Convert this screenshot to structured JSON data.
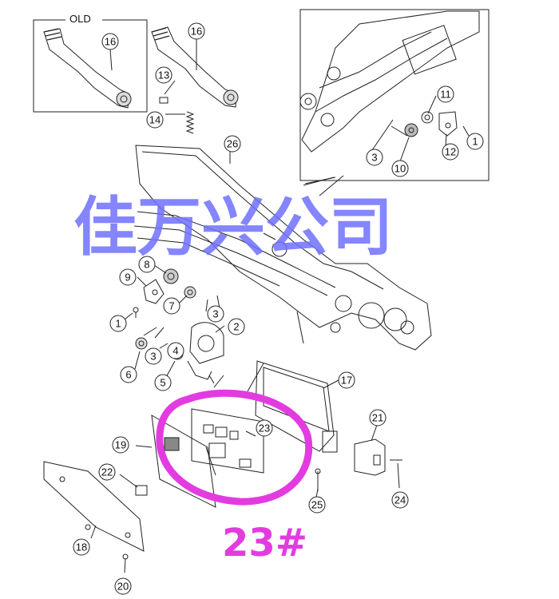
{
  "old_box": {
    "title": "OLD"
  },
  "watermark": {
    "text": "佳万兴公司",
    "color": "#6f70ff"
  },
  "highlight": {
    "text": "23#",
    "color": "#e23ce0"
  },
  "callouts": [
    {
      "id": "c16a",
      "text": "16"
    },
    {
      "id": "c16b",
      "text": "16"
    },
    {
      "id": "c13",
      "text": "13"
    },
    {
      "id": "c14",
      "text": "14"
    },
    {
      "id": "c26",
      "text": "26"
    },
    {
      "id": "c11",
      "text": "11"
    },
    {
      "id": "c1a",
      "text": "1"
    },
    {
      "id": "c12",
      "text": "12"
    },
    {
      "id": "c3a",
      "text": "3"
    },
    {
      "id": "c10",
      "text": "10"
    },
    {
      "id": "c8",
      "text": "8"
    },
    {
      "id": "c9",
      "text": "9"
    },
    {
      "id": "c7",
      "text": "7"
    },
    {
      "id": "c3b",
      "text": "3"
    },
    {
      "id": "c1b",
      "text": "1"
    },
    {
      "id": "c2",
      "text": "2"
    },
    {
      "id": "c6",
      "text": "6"
    },
    {
      "id": "c3c",
      "text": "3"
    },
    {
      "id": "c4",
      "text": "4"
    },
    {
      "id": "c5",
      "text": "5"
    },
    {
      "id": "c17",
      "text": "17"
    },
    {
      "id": "c23",
      "text": "23"
    },
    {
      "id": "c21",
      "text": "21"
    },
    {
      "id": "c19",
      "text": "19"
    },
    {
      "id": "c22",
      "text": "22"
    },
    {
      "id": "c24",
      "text": "24"
    },
    {
      "id": "c25",
      "text": "25"
    },
    {
      "id": "c18",
      "text": "18"
    },
    {
      "id": "c20",
      "text": "20"
    }
  ]
}
